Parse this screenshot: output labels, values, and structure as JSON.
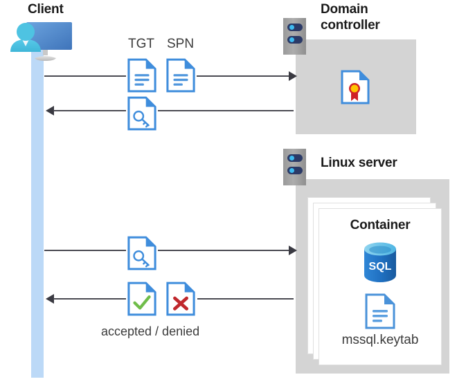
{
  "diagram": {
    "title": "Kerberos authentication flow between a Windows client, a domain controller and SQL Server in a container on a Linux server",
    "type": "sequence-diagram"
  },
  "actors": {
    "client": {
      "label": "Client",
      "icon": "user-with-monitor-icon"
    },
    "domain_controller": {
      "label_line1": "Domain",
      "label_line2": "controller",
      "icon": "server-rack-icon",
      "contents": [
        {
          "name": "certificate-document-icon",
          "label": ""
        }
      ]
    },
    "linux_server": {
      "label": "Linux server",
      "icon": "server-rack-icon",
      "container": {
        "label": "Container",
        "stack_count": 3,
        "contents": [
          {
            "name": "sql-database-icon",
            "label": "SQL"
          },
          {
            "name": "keytab-document-icon",
            "label": "mssql.keytab"
          }
        ]
      }
    }
  },
  "messages": [
    {
      "id": "msg-1",
      "direction": "right",
      "from": "client",
      "to": "domain_controller",
      "labels": [
        "TGT",
        "SPN"
      ],
      "icons": [
        "text-document-icon",
        "text-document-icon"
      ]
    },
    {
      "id": "msg-2",
      "direction": "left",
      "from": "domain_controller",
      "to": "client",
      "labels": [],
      "icons": [
        "key-document-icon"
      ]
    },
    {
      "id": "msg-3",
      "direction": "right",
      "from": "client",
      "to": "linux_server",
      "labels": [],
      "icons": [
        "key-document-icon"
      ]
    },
    {
      "id": "msg-4",
      "direction": "left",
      "from": "linux_server",
      "to": "client",
      "labels": [
        "accepted / denied"
      ],
      "icons": [
        "approved-document-icon",
        "rejected-document-icon"
      ]
    }
  ],
  "labels": {
    "tgt": "TGT",
    "spn": "SPN",
    "accepted_denied": "accepted / denied",
    "sql": "SQL",
    "keytab": "mssql.keytab",
    "container": "Container"
  },
  "colors": {
    "lifeline": "#bcd9f7",
    "box_gray": "#d4d4d4",
    "doc_blue": "#3f8ddc",
    "doc_fold": "#2f7ccc",
    "arrow": "#4a4a52",
    "text": "#3b3b3b",
    "title_text": "#1a1a1a",
    "check_green": "#6fbd4a",
    "cross_red": "#c0282d",
    "cert_red": "#cf2027",
    "cert_gold": "#ffc400",
    "sql_blue": "#1f70c1",
    "rack_navy": "#2b3a67",
    "rack_led": "#3ebbf0"
  }
}
